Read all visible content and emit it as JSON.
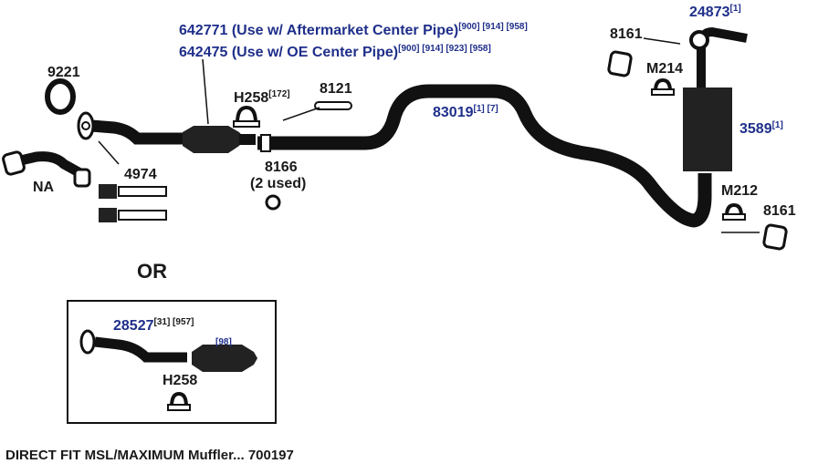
{
  "labels": {
    "pipe_aftermarket": "642771 (Use w/ Aftermarket Center Pipe)",
    "pipe_aftermarket_refs": "[900] [914] [958]",
    "pipe_oe": "642475 (Use w/ OE Center Pipe)",
    "pipe_oe_refs": "[900] [914] [923] [958]",
    "gasket": "9221",
    "na": "NA",
    "bolt_kit": "4974",
    "clamp_h258": "H258",
    "clamp_h258_ref": "[172]",
    "hanger_8121": "8121",
    "flange_8166": "8166",
    "flange_8166_note": "(2 used)",
    "center_pipe": "83019",
    "center_pipe_refs": "[1] [7]",
    "hanger_top": "8161",
    "tailpipe": "24873",
    "tailpipe_ref": "[1]",
    "clamp_m214": "M214",
    "muffler": "3589",
    "muffler_ref": "[1]",
    "clamp_m212": "M212",
    "hanger_bottom": "8161",
    "or": "OR",
    "alt_pipe": "28527",
    "alt_pipe_refs": "[31] [957]",
    "alt_converter_ref": "[98]",
    "alt_clamp": "H258",
    "footer": "DIRECT FIT MSL/MAXIMUM Muffler... 700197"
  },
  "colors": {
    "part_number": "#1f2f8a",
    "text": "#1a1a1a",
    "pipe": "#111111"
  }
}
